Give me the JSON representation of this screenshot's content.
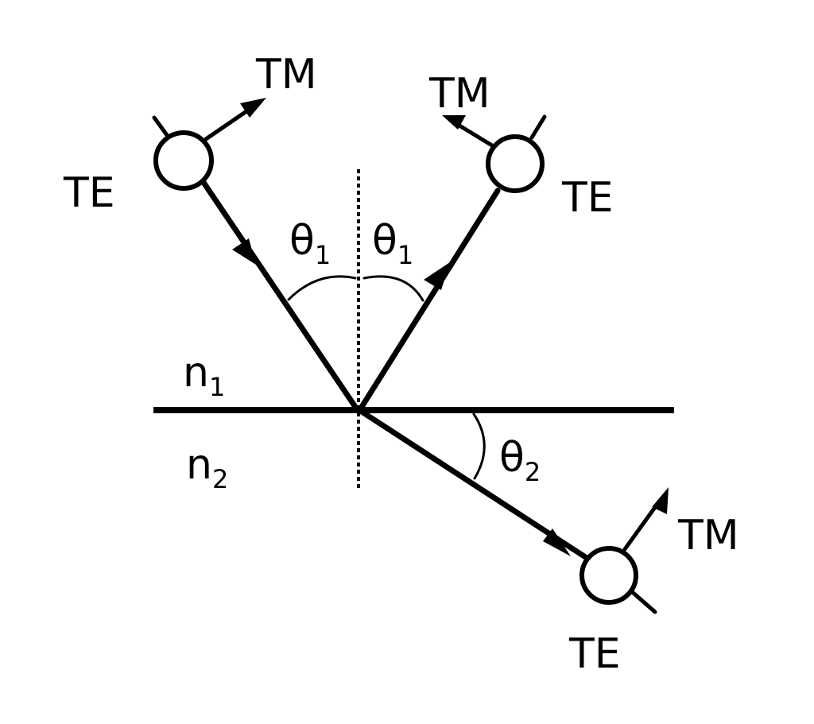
{
  "labels": {
    "incident_tm": "TM",
    "incident_te": "TE",
    "reflected_tm": "TM",
    "reflected_te": "TE",
    "transmitted_tm": "TM",
    "transmitted_te": "TE",
    "medium1_symbol": "n",
    "medium1_sub": "1",
    "medium2_symbol": "n",
    "medium2_sub": "2",
    "angle_incident_symbol": "θ",
    "angle_incident_sub": "1",
    "angle_reflected_symbol": "θ",
    "angle_reflected_sub": "1",
    "angle_refracted_symbol": "θ",
    "angle_refracted_sub": "2"
  }
}
